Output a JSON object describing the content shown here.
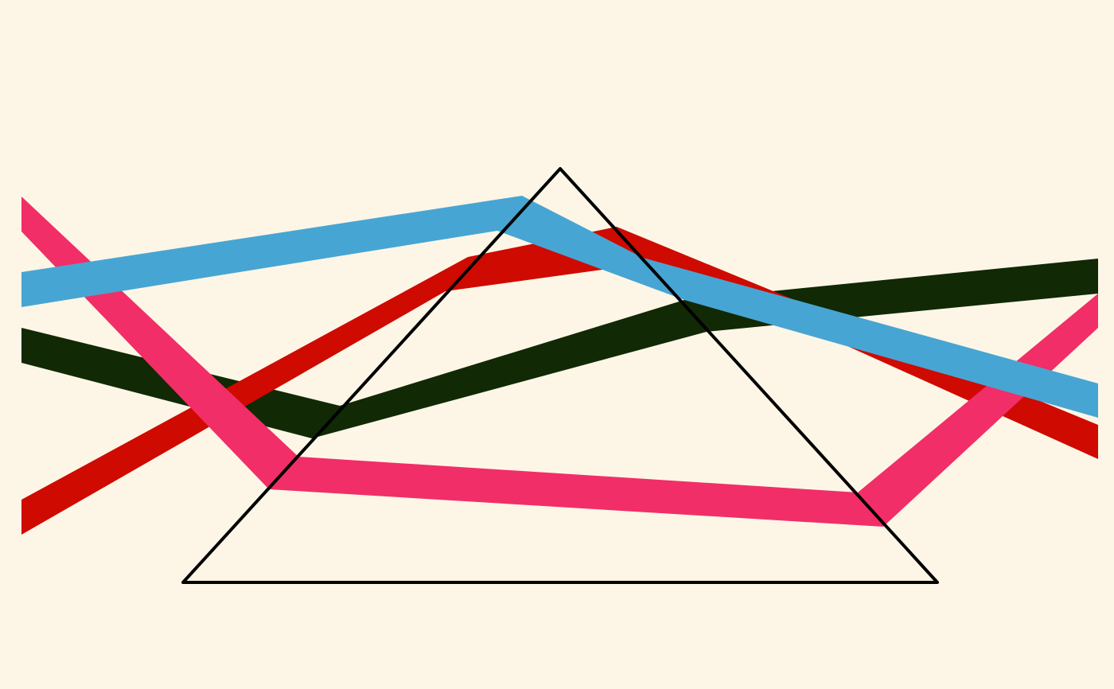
{
  "scene": {
    "background": "#fdf6e6",
    "bands": [
      {
        "name": "green-band",
        "color": "#112904"
      },
      {
        "name": "red-band",
        "color": "#cf0a00"
      },
      {
        "name": "pink-band",
        "color": "#f12e67"
      },
      {
        "name": "blue-band",
        "color": "#47a5d3"
      }
    ],
    "outline": {
      "name": "triangle-outline",
      "color": "#000000"
    }
  }
}
